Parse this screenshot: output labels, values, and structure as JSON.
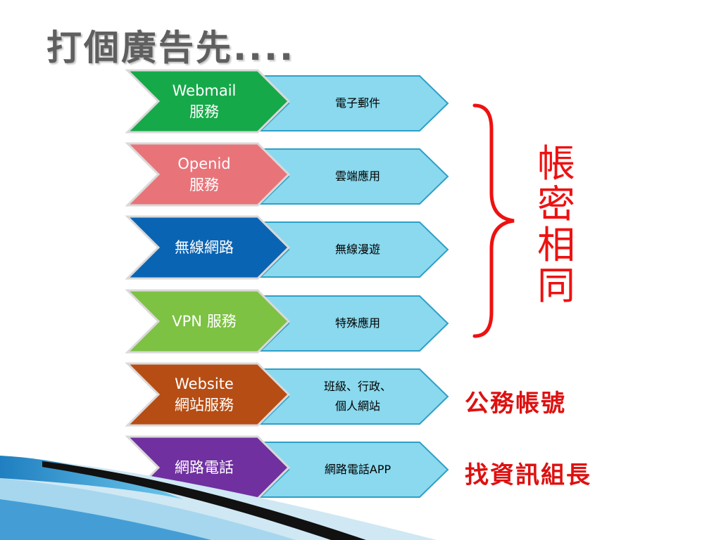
{
  "title": "打個廣告先....",
  "rows": [
    {
      "left": [
        "Webmail",
        "服務"
      ],
      "right": [
        "電子郵件"
      ],
      "color": "#16a94a"
    },
    {
      "left": [
        "Openid",
        "服務"
      ],
      "right": [
        "雲端應用"
      ],
      "color": "#e8747a"
    },
    {
      "left": [
        "無線網路"
      ],
      "right": [
        "無線漫遊"
      ],
      "color": "#0a64b4"
    },
    {
      "left": [
        "VPN 服務"
      ],
      "right": [
        "特殊應用"
      ],
      "color": "#7dc243"
    },
    {
      "left": [
        "Website",
        "網站服務"
      ],
      "right": [
        "班級、行政、",
        "個人網站"
      ],
      "color": "#b64d14"
    },
    {
      "left": [
        "網路電話"
      ],
      "right": [
        "網路電話APP"
      ],
      "color": "#7030a0"
    }
  ],
  "arrow_fill": "#8ad9ee",
  "arrow_stroke": "#2f9fc6",
  "brace_color": "#ee1111",
  "same_account_chars": [
    "帳",
    "密",
    "相",
    "同"
  ],
  "notes": {
    "official_account": "公務帳號",
    "ask_director": "找資訊組長"
  }
}
